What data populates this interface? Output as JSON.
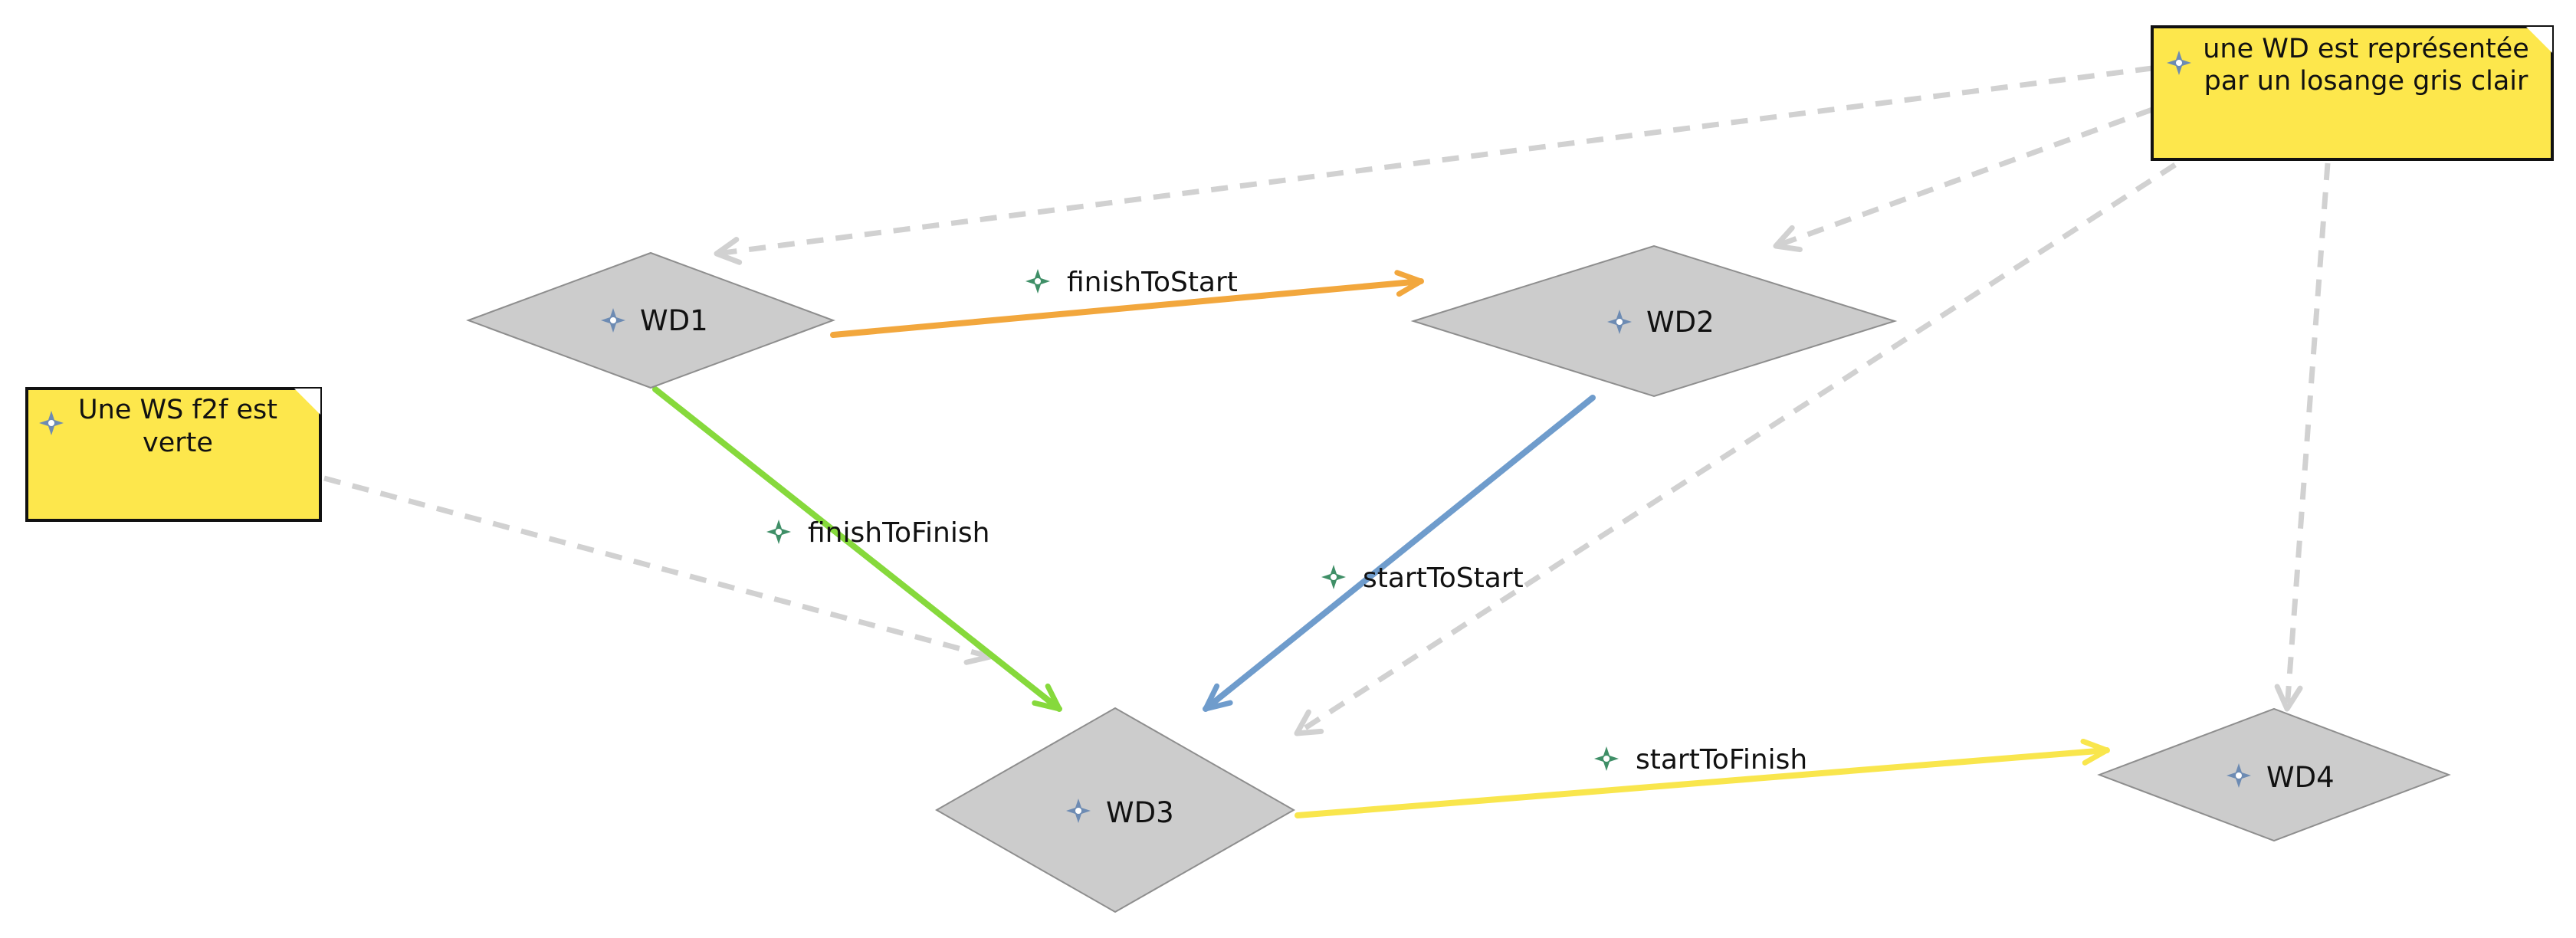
{
  "colors": {
    "node_fill": "#cccccc",
    "node_stroke": "#8e8e8e",
    "note_fill": "#fde74c",
    "note_stroke": "#111111",
    "note_fold": "#ffffff",
    "link_gray": "#d1d1d1",
    "finish_to_start": "#f2a73d",
    "finish_to_finish": "#86d93c",
    "start_to_start": "#6f9ccc",
    "start_to_finish": "#f9e64d",
    "node_icon": "#6d8bb3",
    "edge_icon": "#3f8f67"
  },
  "icons": {
    "node": "four-point-star-icon",
    "edge": "four-point-star-icon",
    "note": "four-point-star-icon"
  },
  "nodes": [
    {
      "id": "WD1",
      "label": "WD1"
    },
    {
      "id": "WD2",
      "label": "WD2"
    },
    {
      "id": "WD3",
      "label": "WD3"
    },
    {
      "id": "WD4",
      "label": "WD4"
    }
  ],
  "notes": [
    {
      "id": "note-wd",
      "lines": [
        "une WD est représentée",
        "par un losange gris clair"
      ]
    },
    {
      "id": "note-ws",
      "lines": [
        "Une WS f2f est",
        "verte"
      ]
    }
  ],
  "edges": [
    {
      "id": "e1",
      "from": "WD1",
      "to": "WD2",
      "label": "finishToStart",
      "color_key": "finish_to_start"
    },
    {
      "id": "e2",
      "from": "WD1",
      "to": "WD3",
      "label": "finishToFinish",
      "color_key": "finish_to_finish"
    },
    {
      "id": "e3",
      "from": "WD2",
      "to": "WD3",
      "label": "startToStart",
      "color_key": "start_to_start"
    },
    {
      "id": "e4",
      "from": "WD3",
      "to": "WD4",
      "label": "startToFinish",
      "color_key": "start_to_finish"
    }
  ],
  "note_links": [
    {
      "from": "note-wd",
      "to": "WD1"
    },
    {
      "from": "note-wd",
      "to": "WD2"
    },
    {
      "from": "note-wd",
      "to": "WD3"
    },
    {
      "from": "note-wd",
      "to": "WD4"
    },
    {
      "from": "note-ws",
      "to": "WD3"
    }
  ]
}
